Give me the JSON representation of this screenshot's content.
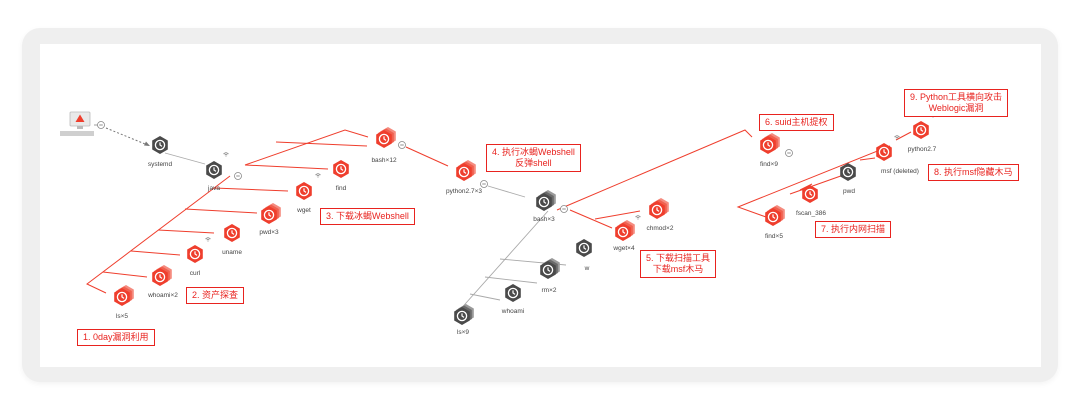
{
  "colors": {
    "red": "#ef3e2d",
    "dark": "#4a4a4a",
    "edge_red": "#ef3e2d",
    "edge_gray": "#aaaaaa"
  },
  "nodes": {
    "systemd": "systemd",
    "java": "java",
    "bash12": "bash×12",
    "find_top": "find",
    "wget1": "wget",
    "pwd3": "pwd×3",
    "uname": "uname",
    "curl": "curl",
    "whoami2": "whoami×2",
    "ls5": "ls×5",
    "python23": "python2.7×3",
    "bash3": "bash×3",
    "chmod2": "chmod×2",
    "wget4": "wget×4",
    "w": "w",
    "rm2": "rm×2",
    "whoami": "whoami",
    "ls9": "ls×9",
    "find9": "find×9",
    "pwd_r": "pwd",
    "fscan": "fscan_386",
    "find5": "find×5",
    "msf": "msf (deleted)",
    "python27": "python2.7"
  },
  "annotations": {
    "a1": "1. 0day漏洞利用",
    "a2": "2. 资产探查",
    "a3": "3. 下载冰蝎Webshell",
    "a4_line1": "4. 执行冰蝎Webshell",
    "a4_line2": "反弹shell",
    "a5_line1": "5. 下载扫描工具",
    "a5_line2": "下载msf木马",
    "a6": "6. suid主机提权",
    "a7": "7. 执行内网扫描",
    "a8": "8. 执行msf隐藏木马",
    "a9_line1": "9. Python工具横向攻击",
    "a9_line2": "Weblogic漏洞"
  }
}
